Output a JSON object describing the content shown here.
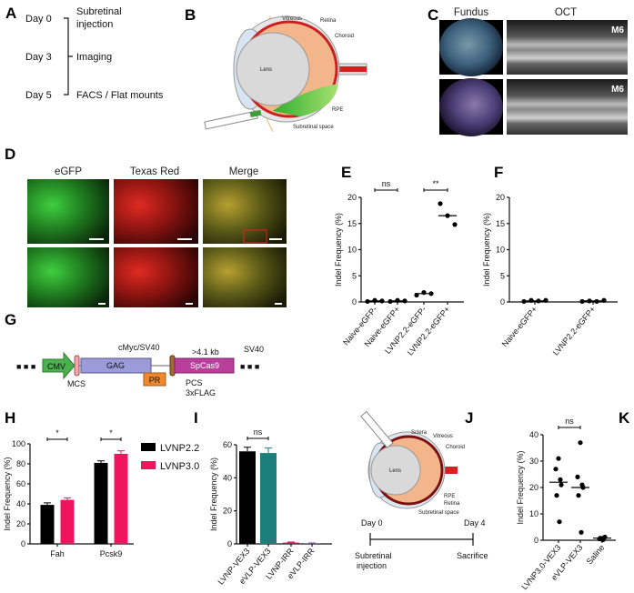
{
  "panels": {
    "A": {
      "label": "A",
      "timeline": [
        {
          "day": "Day 0",
          "event_line1": "Subretinal",
          "event_line2": "injection"
        },
        {
          "day": "Day 3",
          "event_line1": "Imaging",
          "event_line2": ""
        },
        {
          "day": "Day 5",
          "event_line1": "FACS / Flat mounts",
          "event_line2": ""
        }
      ]
    },
    "B": {
      "label": "B",
      "structures": {
        "vitreous": "Vitreous",
        "retina": "Retina",
        "choroid": "Choroid",
        "lens": "Lens",
        "rpe": "RPE",
        "subretinal": "Subretinal space"
      }
    },
    "C": {
      "label": "C",
      "fundus": "Fundus",
      "oct": "OCT",
      "badge": "M6"
    },
    "D": {
      "label": "D",
      "columns": [
        "eGFP",
        "Texas Red",
        "Merge"
      ]
    },
    "G": {
      "label": "G",
      "elements": {
        "cmv": "CMV",
        "mcs": "MCS",
        "gag": "GAG",
        "pr": "PR",
        "cmyc": "cMyc/SV40",
        "size": ">4.1 kb",
        "spcas9": "SpCas9",
        "sv40": "SV40",
        "pcs": "PCS",
        "flag": "3xFLAG",
        "ellipsis": "■ ■ ■"
      },
      "colors": {
        "cmv": "#4caf50",
        "gag": "#9b9bd9",
        "pr": "#f0872b",
        "spcas9": "#b8409b",
        "mcs": "#f2a7b0"
      }
    },
    "J": {
      "label": "J",
      "structures": {
        "sclera": "Sclera",
        "vitreous": "Vitreous",
        "choroid": "Choroid",
        "lens": "Lens",
        "rpe": "RPE",
        "retina": "Retina",
        "subretinal": "Subretinal space"
      },
      "start_day": "Day 0",
      "end_day": "Day 4",
      "start_event_line1": "Subretinal",
      "start_event_line2": "injection",
      "end_event": "Sacrifice"
    }
  },
  "chart_data": [
    {
      "id": "E",
      "panel_label": "E",
      "type": "scatter",
      "ylabel": "Indel Frequency (%)",
      "ylim": [
        0,
        20
      ],
      "yticks": [
        0,
        5,
        10,
        15,
        20
      ],
      "categories": [
        "Naive-eGFP-",
        "Naive-eGFP+",
        "LVNP2.2-eGFP-",
        "LVNP2.2-eGFP+"
      ],
      "points": [
        [
          0.1,
          0.3,
          0.2
        ],
        [
          0.1,
          0.3,
          0.2
        ],
        [
          1.3,
          1.8,
          1.6
        ],
        [
          18.8,
          16.5,
          14.8
        ]
      ],
      "medians": [
        0.2,
        0.2,
        1.6,
        16.5
      ],
      "significance": [
        {
          "groups": [
            0,
            1
          ],
          "label": "ns"
        },
        {
          "groups": [
            2,
            3
          ],
          "label": "**"
        }
      ]
    },
    {
      "id": "F",
      "panel_label": "F",
      "type": "scatter",
      "ylabel": "Indel Frequency (%)",
      "ylim": [
        0,
        20
      ],
      "yticks": [
        0,
        5,
        10,
        15,
        20
      ],
      "categories": [
        "Naive-eGFP+",
        "LVNP2.2-eGFP+"
      ],
      "points": [
        [
          0.1,
          0.3,
          0.2,
          0.3
        ],
        [
          0.1,
          0.2,
          0.1,
          0.3
        ]
      ],
      "medians": [
        0.2,
        0.2
      ],
      "significance": []
    },
    {
      "id": "H",
      "panel_label": "H",
      "type": "bar",
      "ylabel": "Indel Frequency (%)",
      "ylim": [
        0,
        100
      ],
      "yticks": [
        0,
        20,
        40,
        60,
        80,
        100
      ],
      "categories": [
        "Fah",
        "Pcsk9"
      ],
      "series": [
        {
          "name": "LVNP2.2",
          "color": "#000000",
          "values": [
            39,
            81
          ],
          "errors": [
            2,
            2
          ]
        },
        {
          "name": "LVNP3.0",
          "color": "#f0145f",
          "values": [
            44,
            90
          ],
          "errors": [
            2,
            3
          ]
        }
      ],
      "legend": "right",
      "significance": [
        {
          "groups": [
            0
          ],
          "label": "*"
        },
        {
          "groups": [
            1
          ],
          "label": "*"
        }
      ]
    },
    {
      "id": "I",
      "panel_label": "I",
      "type": "bar",
      "ylabel": "Indel Frequency (%)",
      "ylim": [
        0,
        60
      ],
      "yticks": [
        0,
        20,
        40,
        60
      ],
      "categories": [
        "LVNP-VEX3",
        "eVLP-VEX3",
        "LVNP-IRR",
        "eVLP-IRR"
      ],
      "values": [
        56,
        55,
        0.8,
        0.4
      ],
      "errors": [
        2.5,
        3,
        0.3,
        0.2
      ],
      "colors": [
        "#000000",
        "#1a7f7a",
        "#c2185b",
        "#7a5a8a"
      ],
      "significance": [
        {
          "groups": [
            0,
            1
          ],
          "label": "ns"
        }
      ]
    },
    {
      "id": "K",
      "panel_label": "K",
      "type": "scatter",
      "ylabel": "Indel Frequency (%)",
      "ylim": [
        0,
        40
      ],
      "yticks": [
        0,
        10,
        20,
        30,
        40
      ],
      "categories": [
        "LVNP3.0-VEX3",
        "eVLP-VEX3",
        "Saline"
      ],
      "points": [
        [
          31,
          27,
          23,
          21,
          17,
          7
        ],
        [
          37,
          24,
          21,
          20,
          17,
          3
        ],
        [
          0.3,
          0.5,
          1,
          1.2,
          0.8,
          0.2
        ]
      ],
      "medians": [
        22,
        20,
        0.8
      ],
      "significance": [
        {
          "groups": [
            0,
            1
          ],
          "label": "ns"
        }
      ]
    }
  ]
}
